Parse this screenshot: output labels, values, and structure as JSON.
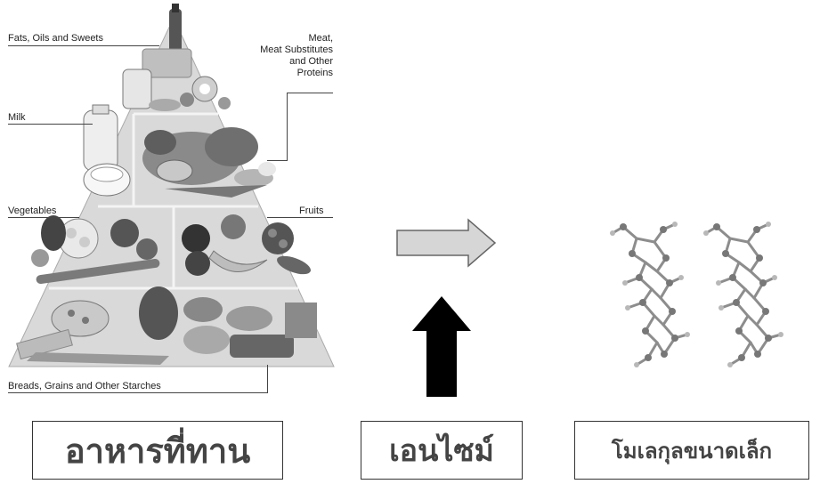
{
  "pyramid": {
    "labels": {
      "fats": "Fats, Oils and Sweets",
      "meat": [
        "Meat,",
        "Meat Substitutes",
        "and Other",
        "Proteins"
      ],
      "milk": "Milk",
      "vegetables": "Vegetables",
      "fruits": "Fruits",
      "breads": "Breads, Grains and Other Starches"
    }
  },
  "boxes": {
    "food": "อาหารที่ทาน",
    "enzyme": "เอนไซม์",
    "molecules": "โมเลกุลขนาดเล็ก"
  }
}
